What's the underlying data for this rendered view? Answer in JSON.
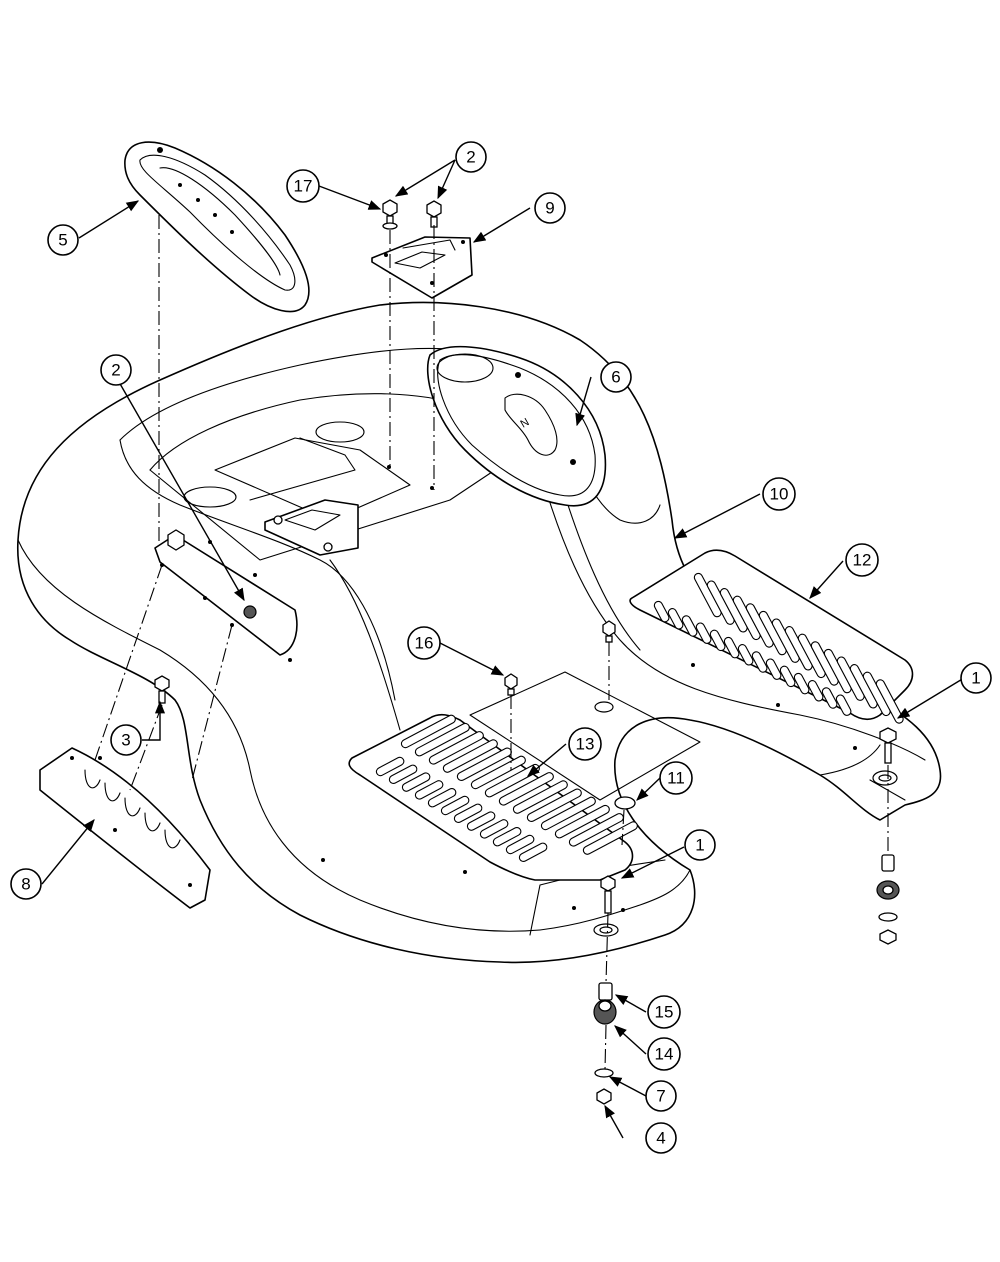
{
  "callouts": [
    {
      "id": "c-1a",
      "label": "1"
    },
    {
      "id": "c-1b",
      "label": "1"
    },
    {
      "id": "c-2a",
      "label": "2"
    },
    {
      "id": "c-2b",
      "label": "2"
    },
    {
      "id": "c-3",
      "label": "3"
    },
    {
      "id": "c-4",
      "label": "4"
    },
    {
      "id": "c-5",
      "label": "5"
    },
    {
      "id": "c-6",
      "label": "6"
    },
    {
      "id": "c-7",
      "label": "7"
    },
    {
      "id": "c-8",
      "label": "8"
    },
    {
      "id": "c-9",
      "label": "9"
    },
    {
      "id": "c-10",
      "label": "10"
    },
    {
      "id": "c-11",
      "label": "11"
    },
    {
      "id": "c-12",
      "label": "12"
    },
    {
      "id": "c-13",
      "label": "13"
    },
    {
      "id": "c-14",
      "label": "14"
    },
    {
      "id": "c-15",
      "label": "15"
    },
    {
      "id": "c-16",
      "label": "16"
    },
    {
      "id": "c-17",
      "label": "17"
    }
  ],
  "shift_plate_mark": "N",
  "colors": {
    "line": "#000000",
    "background": "#ffffff"
  }
}
